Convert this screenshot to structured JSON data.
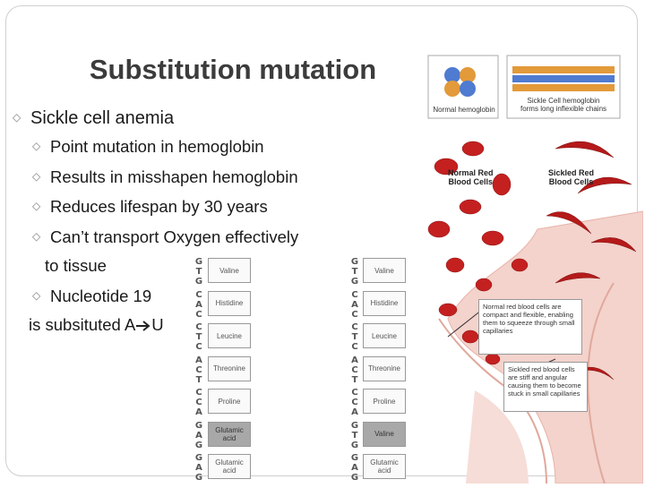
{
  "slide": {
    "title": "Substitution mutation",
    "bullets": {
      "main": "Sickle cell anemia",
      "sub1": "Point mutation in hemoglobin",
      "sub2": "Results in misshapen hemoglobin",
      "sub3": "Reduces lifespan by 30 years",
      "sub4_line1": "Can’t transport Oxygen effectively",
      "sub4_line2": "to tissue",
      "sub5": "Nucleotide 19",
      "last_prefix": "is subsituted A",
      "last_suffix": "U"
    }
  },
  "figure": {
    "normal_hemoglobin": "Normal hemoglobin",
    "sickle_hemoglobin_line1": "Sickle Cell hemoglobin",
    "sickle_hemoglobin_line2": "forms long inflexible chains",
    "normal_cells_line1": "Normal Red",
    "normal_cells_line2": "Blood Cells",
    "sickled_cells_line1": "Sickled Red",
    "sickled_cells_line2": "Blood Cells",
    "callout_normal": "Normal red blood cells are compact and flexible, enabling them to squeeze through small capillaries",
    "callout_sickled": "Sickled red blood cells are stiff and angular causing them to become stuck in small capillaries"
  },
  "codons": {
    "normal": {
      "letters": [
        "G",
        "T",
        "G",
        "C",
        "A",
        "C",
        "C",
        "T",
        "C",
        "A",
        "C",
        "T",
        "C",
        "C",
        "A",
        "G",
        "A",
        "G",
        "G",
        "A",
        "G"
      ],
      "amino_acids": [
        "Valine",
        "Histidine",
        "Leucine",
        "Threonine",
        "Proline",
        "Glutamic acid",
        "Glutamic acid"
      ]
    },
    "sickle": {
      "letters": [
        "G",
        "T",
        "G",
        "C",
        "A",
        "C",
        "C",
        "T",
        "C",
        "A",
        "C",
        "T",
        "C",
        "C",
        "A",
        "G",
        "T",
        "G",
        "G",
        "A",
        "G"
      ],
      "amino_acids": [
        "Valine",
        "Histidine",
        "Leucine",
        "Threonine",
        "Proline",
        "Valine",
        "Glutamic acid"
      ]
    }
  }
}
